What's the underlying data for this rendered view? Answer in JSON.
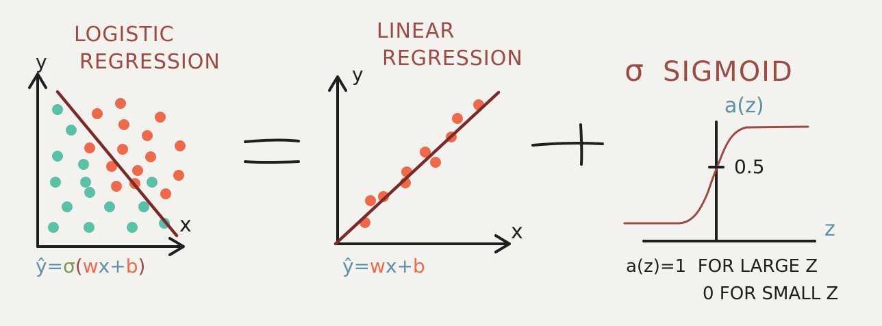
{
  "panels": {
    "logistic": {
      "title_line1": "LOGISTIC",
      "title_line2": "REGRESSION",
      "y_axis": "y",
      "x_axis": "x",
      "formula": {
        "yhat": "ŷ",
        "eq": "=",
        "sigma": "σ",
        "open": "(",
        "w": "w",
        "x": "x",
        "plus": "+",
        "b": "b",
        "close": ")"
      }
    },
    "equals_sign": "=",
    "linear": {
      "title_line1": "LINEAR",
      "title_line2": "REGRESSION",
      "y_axis": "y",
      "x_axis": "x",
      "formula": {
        "yhat": "ŷ",
        "eq": "=",
        "w": "w",
        "x": "x",
        "plus": "+",
        "b": "b"
      }
    },
    "plus_sign": "+",
    "sigmoid": {
      "title_symbol": "σ",
      "title": "SIGMOID",
      "y_axis": "a(z)",
      "x_axis": "z",
      "mid_label": "0.5",
      "note_line1": "a(z)=1  FOR LARGE Z",
      "note_line2": "0 FOR SMALL Z"
    }
  },
  "colors": {
    "background": "#f3f2ef",
    "ink": "#1f1f1f",
    "title_red": "#9b4a44",
    "line_red": "#7a2a28",
    "teal": "#5cbfa8",
    "orange": "#ec6a4b",
    "blue_label": "#5d8fa5",
    "green_sigma": "#7a9a55"
  }
}
